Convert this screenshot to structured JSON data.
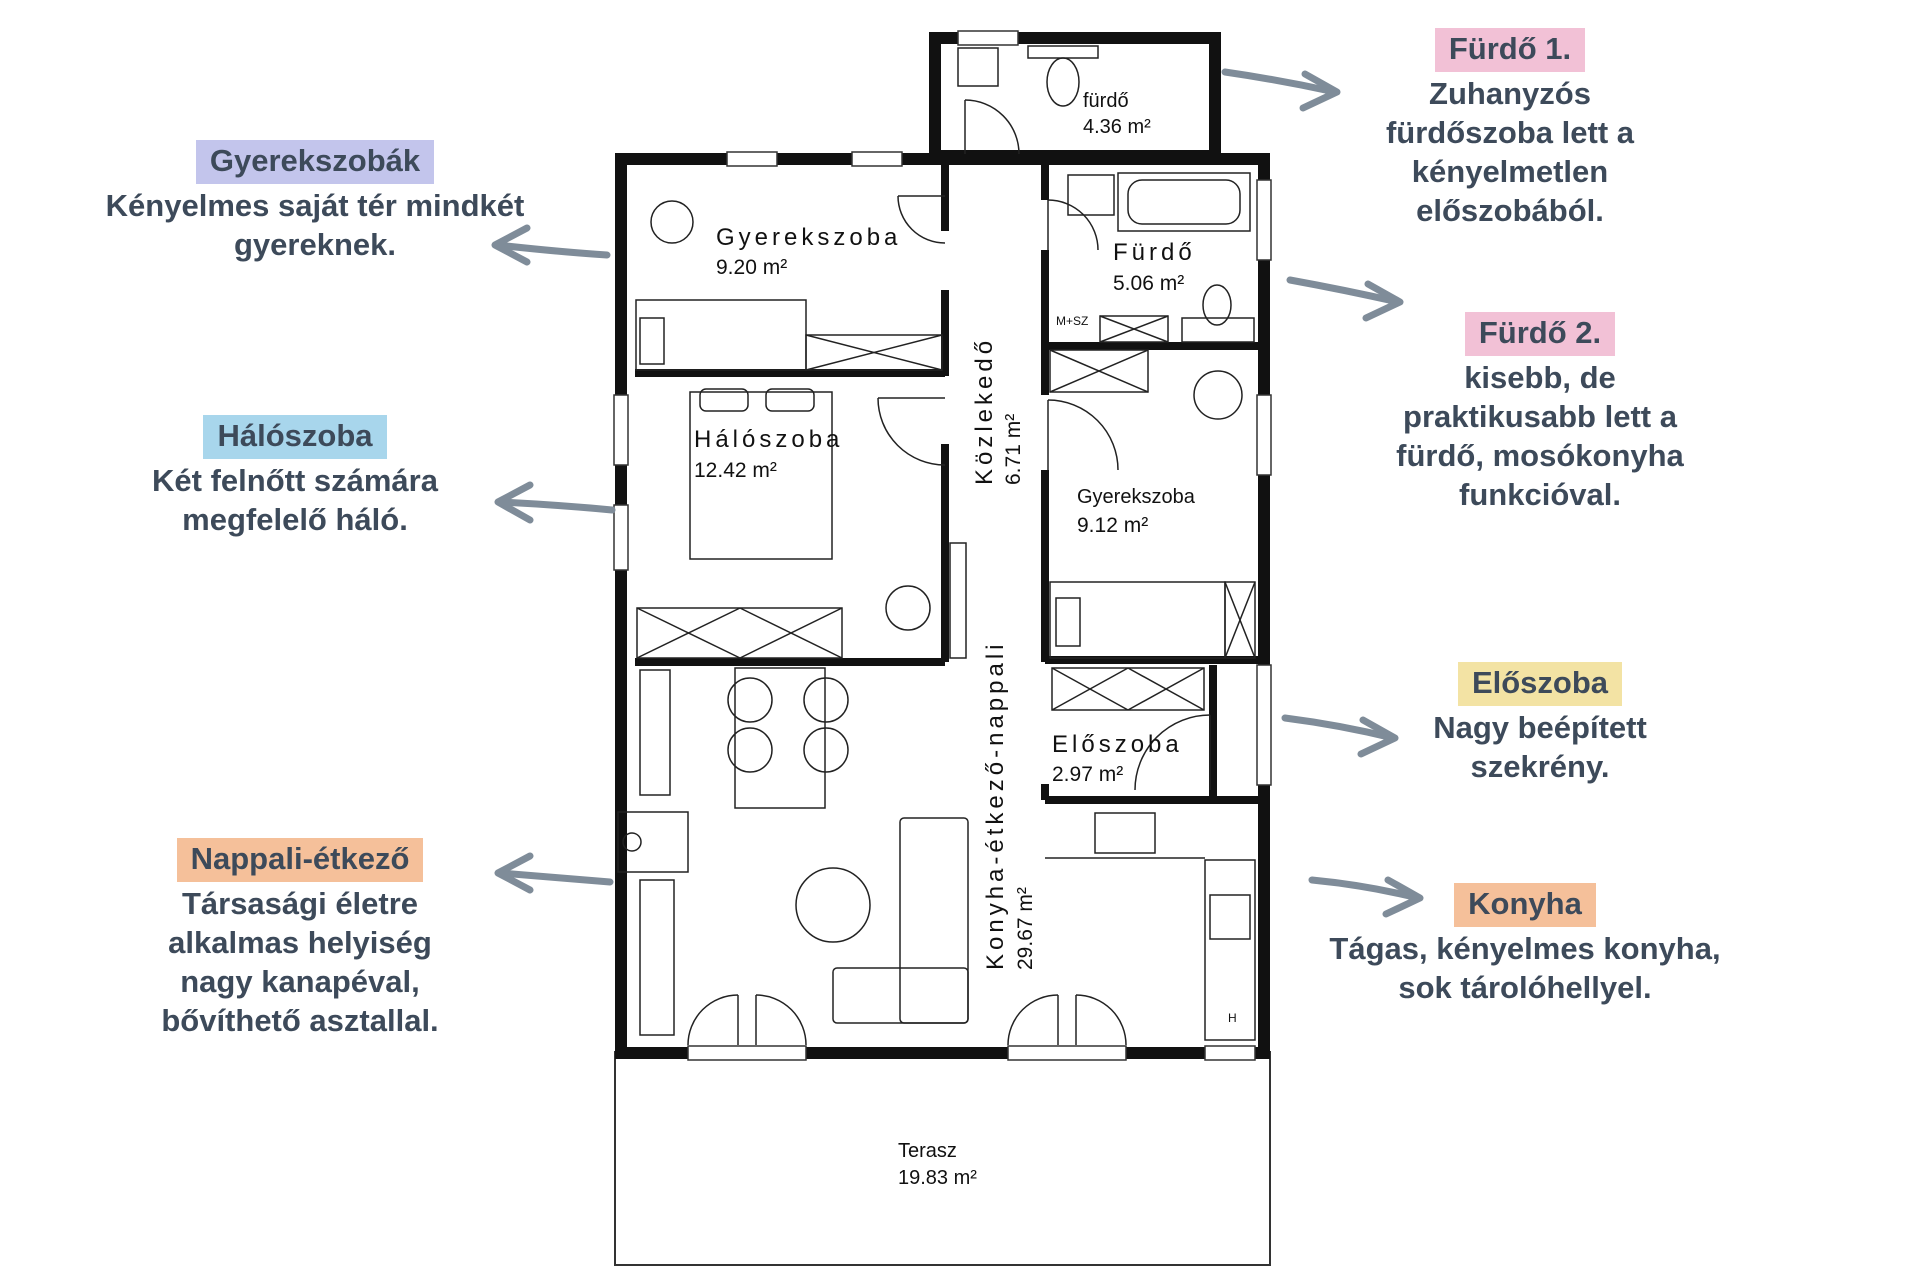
{
  "callouts": {
    "furdo1": {
      "tag": "Fürdő 1.",
      "color": "#f2c1d6",
      "lines": [
        "Zuhanyzós",
        "fürdőszoba lett a",
        "kényelmetlen",
        "előszobából."
      ]
    },
    "gyerekszobak": {
      "tag": "Gyerekszobák",
      "color": "#c3c5ec",
      "lines": [
        "Kényelmes saját tér mindkét",
        "gyereknek."
      ]
    },
    "haloszoba": {
      "tag": "Hálószoba",
      "color": "#a8d6ec",
      "lines": [
        "Két felnőtt számára",
        "megfelelő háló."
      ]
    },
    "furdo2": {
      "tag": "Fürdő 2.",
      "color": "#f2c1d6",
      "lines": [
        "kisebb, de",
        "praktikusabb lett a",
        "fürdő, mosókonyha",
        "funkcióval."
      ]
    },
    "eloszoba": {
      "tag": "Előszoba",
      "color": "#f3e3a4",
      "lines": [
        "Nagy beépített",
        "szekrény."
      ]
    },
    "nappali": {
      "tag": "Nappali-étkező",
      "color": "#f5c09a",
      "lines": [
        "Társasági életre",
        "alkalmas helyiség",
        "nagy kanapéval,",
        "bővíthető asztallal."
      ]
    },
    "konyha": {
      "tag": "Konyha",
      "color": "#f5c09a",
      "lines": [
        "Tágas, kényelmes konyha,",
        "sok tárolóhellyel."
      ]
    }
  },
  "rooms": {
    "furdo_small": {
      "name": "fürdő",
      "area": "4.36 m²"
    },
    "gyerekszoba1": {
      "name": "Gyerekszoba",
      "area": "9.20 m²"
    },
    "furdo": {
      "name": "Fürdő",
      "area": "5.06 m²"
    },
    "msz": {
      "name": "M+SZ"
    },
    "kozlekedo": {
      "name": "Közlekedő",
      "area": "6.71 m²"
    },
    "haloszoba": {
      "name": "Hálószoba",
      "area": "12.42 m²"
    },
    "gyerekszoba2": {
      "name": "Gyerekszoba",
      "area": "9.12 m²"
    },
    "eloszoba": {
      "name": "Előszoba",
      "area": "2.97 m²"
    },
    "nappali": {
      "name": "Konyha-étkező-nappali",
      "area": "29.67 m²"
    },
    "hob": {
      "name": "H"
    },
    "terasz": {
      "name": "Terasz",
      "area": "19.83 m²"
    }
  },
  "colors": {
    "wall": "#111111",
    "arrow": "#7f8c99",
    "text": "#3d4a5a"
  }
}
